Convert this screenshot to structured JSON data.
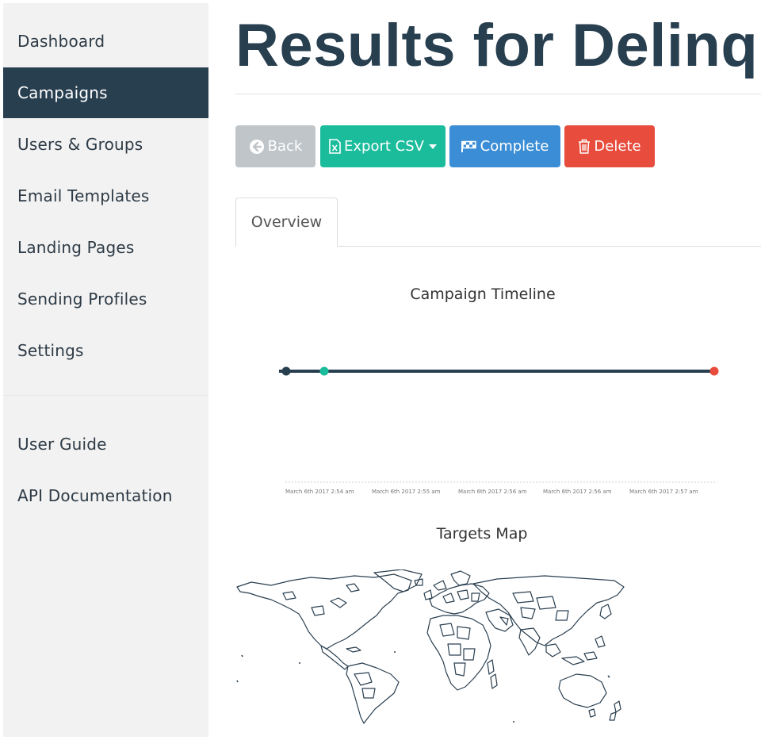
{
  "sidebar": {
    "items": [
      {
        "label": "Dashboard",
        "active": false
      },
      {
        "label": "Campaigns",
        "active": true
      },
      {
        "label": "Users & Groups",
        "active": false
      },
      {
        "label": "Email Templates",
        "active": false
      },
      {
        "label": "Landing Pages",
        "active": false
      },
      {
        "label": "Sending Profiles",
        "active": false
      },
      {
        "label": "Settings",
        "active": false
      }
    ],
    "secondary_items": [
      {
        "label": "User Guide"
      },
      {
        "label": "API Documentation"
      }
    ]
  },
  "page": {
    "title": "Results for Delinqu"
  },
  "toolbar": {
    "back_label": "Back",
    "export_label": "Export CSV",
    "complete_label": "Complete",
    "delete_label": "Delete"
  },
  "tabs": [
    {
      "label": "Overview",
      "active": true
    }
  ],
  "timeline": {
    "title": "Campaign Timeline",
    "tick_labels": [
      "March 6th 2017 2:54 am",
      "March 6th 2017 2:55 am",
      "March 6th 2017 2:56 am",
      "March 6th 2017 2:56 am",
      "March 6th 2017 2:57 am"
    ],
    "events": [
      {
        "color": "#283f50"
      },
      {
        "color": "#1abc9c"
      },
      {
        "color": "#e74c3c"
      }
    ]
  },
  "map": {
    "title": "Targets Map"
  },
  "colors": {
    "sidebar_active_bg": "#283f50",
    "back": "#bfc5c9",
    "export": "#1abc9c",
    "complete": "#3b8ed5",
    "delete": "#e74c3c"
  },
  "icons": {
    "back": "circle-arrow-left-icon",
    "export": "file-excel-icon",
    "complete": "flag-checkered-icon",
    "delete": "trash-icon"
  }
}
